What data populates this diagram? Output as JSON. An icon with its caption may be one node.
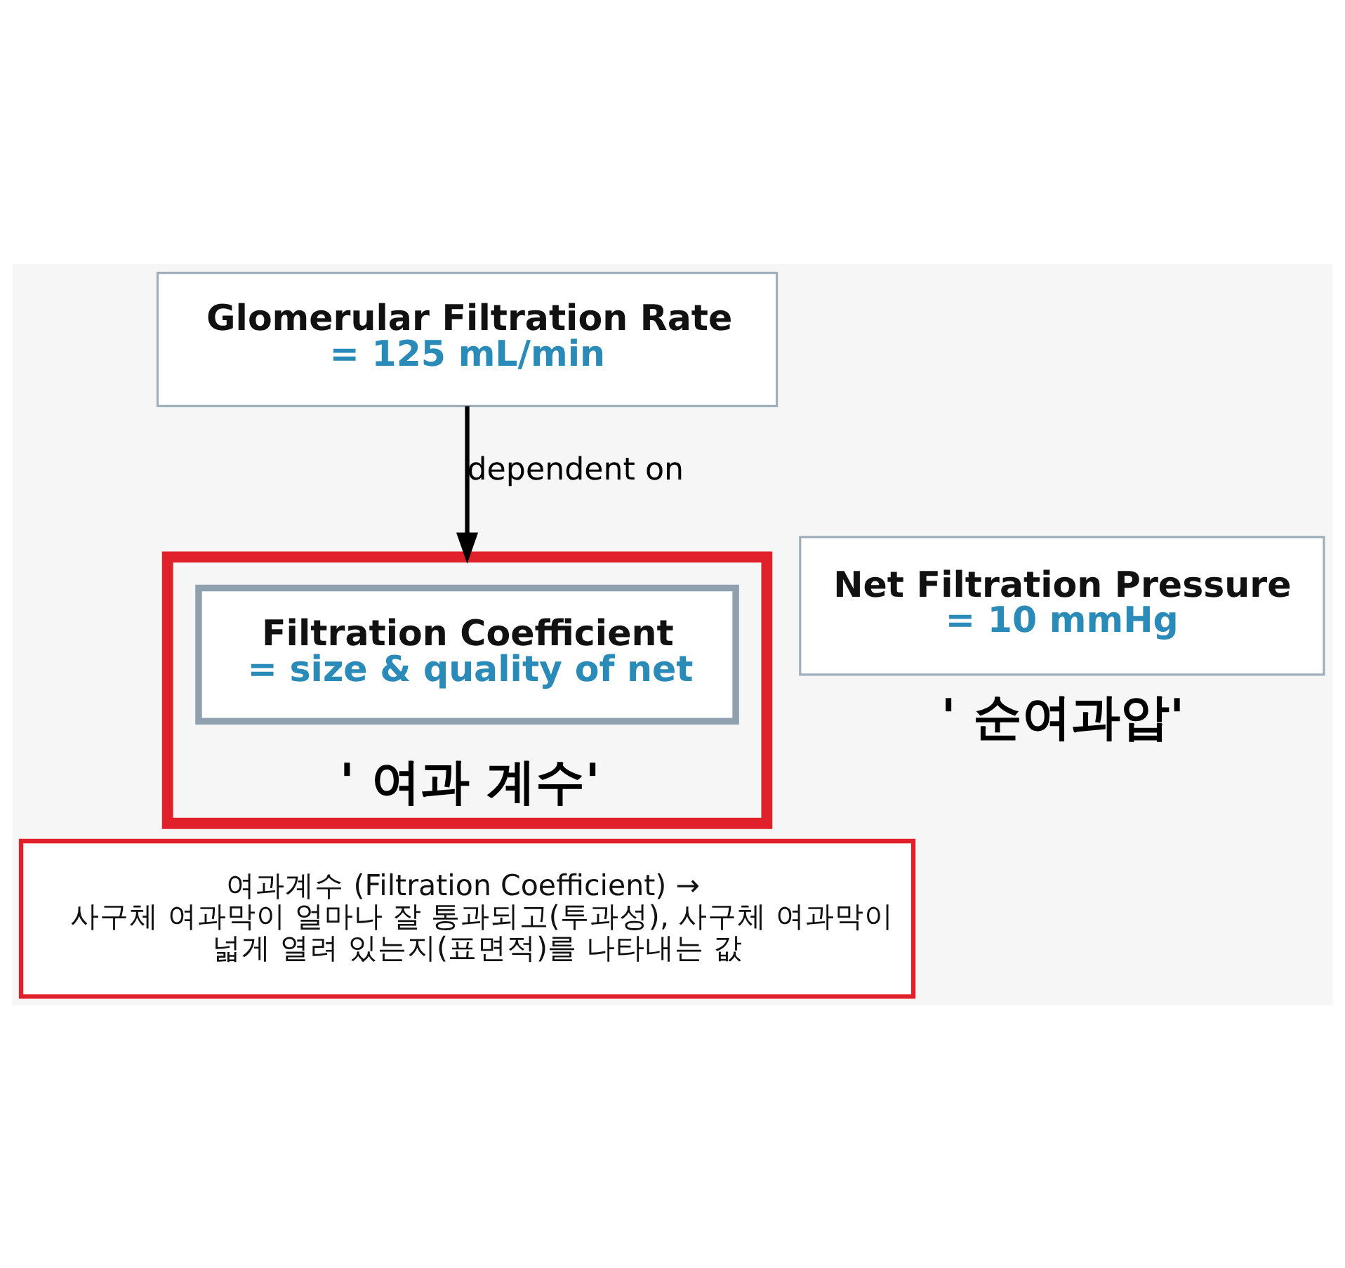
{
  "diagram": {
    "nodes": [
      {
        "text": [
          "Glomerular Filtration Rate",
          "= 125 mL/min"
        ]
      },
      {
        "text": [
          "' 여과 계수'"
        ]
      },
      {
        "text": [
          "Filtration Coefficient",
          "= size & quality of net"
        ],
        "in": 1
      },
      {
        "text": [
          "Net Filtration Pressure",
          "= 10 mmHg"
        ],
        "beside": [
          "' 순여과압'"
        ]
      },
      {
        "text": [
          "여과계수 (Filtration Coefficient) → 사구체 여과막이 얼마나 잘 통과되고(투과성), 사구체 여과막이 넓게 열려 있는지(표면적)를 나타내는 값"
        ]
      }
    ],
    "edges": [
      {
        "from": 0,
        "to": 1,
        "arrow": "to",
        "label": "dependent on"
      }
    ]
  }
}
